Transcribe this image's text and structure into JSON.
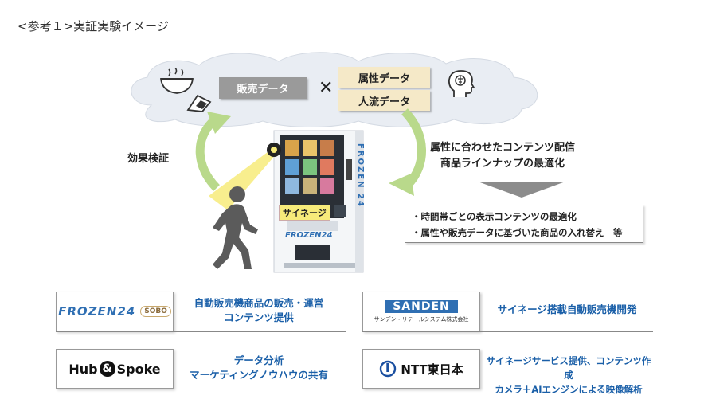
{
  "title": "<参考１>実証実験イメージ",
  "cloud": {
    "sales_label": "販売データ",
    "cross_symbol": "✕",
    "attribute_label": "属性データ",
    "flow_label": "人流データ"
  },
  "effect_label": "効果検証",
  "optimization": {
    "line1": "属性に合わせたコンテンツ配信",
    "line2": "商品ラインナップの最適化"
  },
  "bullets": [
    "・時間帯ごとの表示コンテンツの最適化",
    "・属性や販売データに基づいた商品の入れ替え　等"
  ],
  "machine": {
    "signage_label": "サイネージ",
    "brand_vertical": "FROZEN 24",
    "brand_front": "FROZEN24"
  },
  "partners": [
    {
      "logo_main": "FROZEN24",
      "logo_sub": "SOBO",
      "desc_line1": "自動販売機商品の販売・運営",
      "desc_line2": "コンテンツ提供"
    },
    {
      "logo_main": "SANDEN",
      "logo_sub": "サンデン・リテールシステム株式会社",
      "desc_line1": "サイネージ搭載自動販売機開発",
      "desc_line2": ""
    },
    {
      "logo_main": "Hub",
      "logo_amp": "&",
      "logo_end": "Spoke",
      "desc_line1": "データ分析",
      "desc_line2": "マーケティングノウハウの共有"
    },
    {
      "logo_main": "NTT東日本",
      "desc_line1": "サイネージサービス提供、コンテンツ作成",
      "desc_line2": "カメラ＋AIエンジンによる映像解析"
    }
  ],
  "colors": {
    "cloud": "#e9edf3",
    "arrow_green": "#b9d98b",
    "partner_text": "#1a5fa8",
    "camera_light": "#f7eb7a"
  }
}
